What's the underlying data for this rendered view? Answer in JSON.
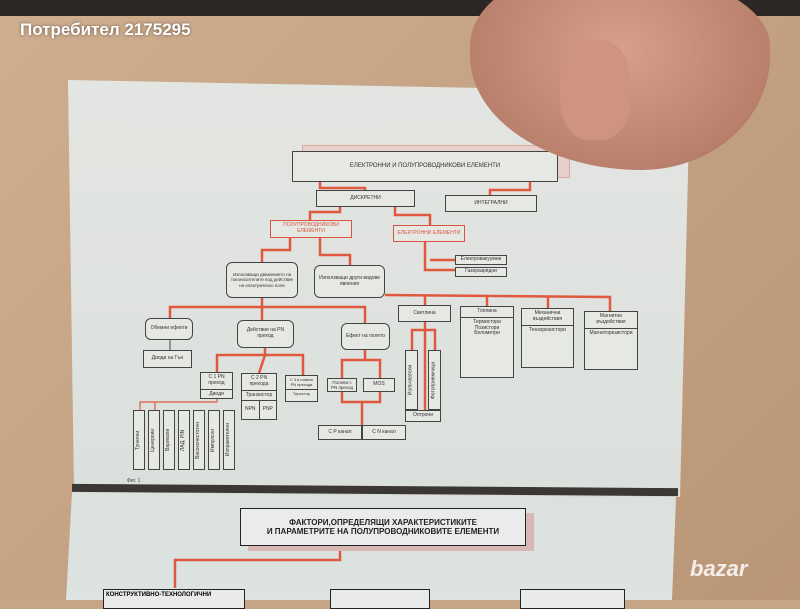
{
  "watermark": {
    "user": "Потребител 2175295",
    "site": "bazar"
  },
  "diagram": {
    "title": "ЕЛЕКТРОННИ И ПОЛУПРОВОДНИКОВИ ЕЛЕМЕНТИ",
    "discrete": "ДИСКРЕТНИ",
    "integrated": "ИНТЕГРАЛНИ",
    "semi": "ПОЛУПРОВОДНИКОВИ ЕЛЕМЕНТИ",
    "electronic": "ЕЛЕКТРОННИ ЕЛЕМЕНТИ",
    "vacuum": "Електровакуумни",
    "gas": "Газоразрядни",
    "field_motion": "Използващи движението на токоносителите под действие на електрическо поле",
    "other": "Използващи други видове явления",
    "bulk": "Обемни ефекти",
    "gunn": "Диоди на Гън",
    "pn": "Действие на PN преход",
    "field": "Ефект на полето",
    "light": "Светлина",
    "heat": "Топлина",
    "heat_items": "Термистори Позистори Болометри",
    "mech": "Механични въздействия",
    "mech_items": "Тензорезистори",
    "magn": "Магнитни въздействия",
    "magn_items": "Магниторезистори",
    "emitters": "Излъчватели",
    "photo": "Фотоприемници",
    "optrons": "Оптрони",
    "pn1": "С 1 PN преход",
    "diodes": "Диоди",
    "pn2": "С 2 PN прехода",
    "transistor": "Транзистор",
    "npn": "NPN",
    "pnp": "PNP",
    "pn3": "С 3 и повече PN прехода",
    "thyristor": "Тиристор",
    "jfet": "Полеви с PN преход",
    "mos": "MOS",
    "pch": "С P канал",
    "nch": "С N канал",
    "diode_types": [
      "Тунелни",
      "Ценерови",
      "Варикапи",
      "ЛАД, PIN",
      "Високочестотни",
      "Импулсни",
      "Изправителни"
    ],
    "caption": "Фиг. 1"
  },
  "lower": {
    "line1": "ФАКТОРИ,ОПРЕДЕЛЯЩИ ХАРАКТЕРИСТИКИТЕ",
    "line2": "И ПАРАМЕТРИТЕ НА ПОЛУПРОВОДНИКОВИТЕ ЕЛЕМЕНТИ",
    "left_box": "КОНСТРУКТИВНО-ТЕХНОЛОГИЧНИ"
  }
}
